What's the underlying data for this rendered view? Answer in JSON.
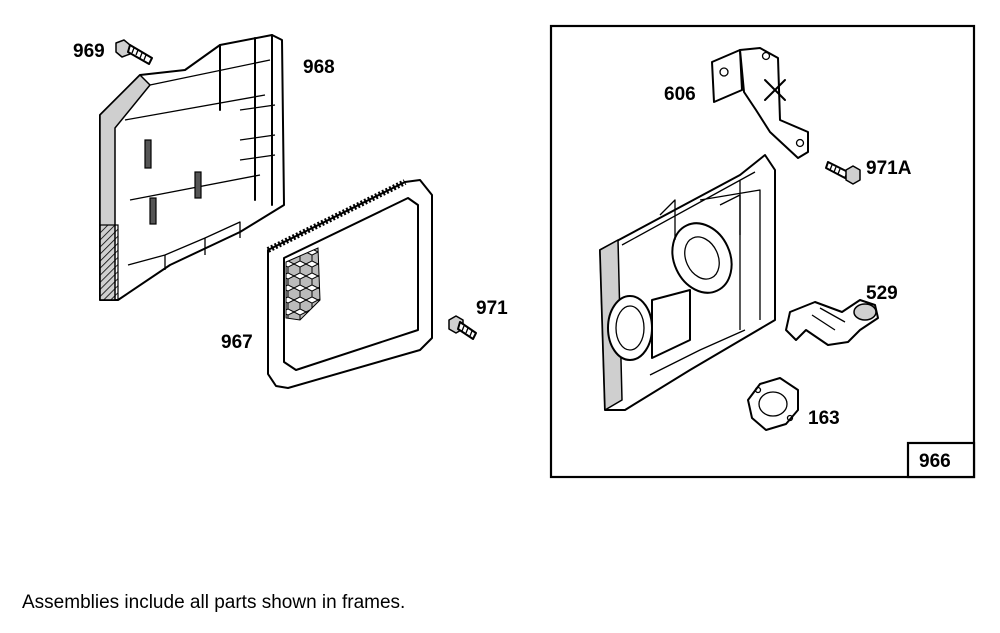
{
  "labels": {
    "p969": "969",
    "p968": "968",
    "p967": "967",
    "p971": "971",
    "p606": "606",
    "p971a": "971A",
    "p529": "529",
    "p163": "163",
    "p966": "966"
  },
  "caption": "Assemblies include all parts shown in frames."
}
